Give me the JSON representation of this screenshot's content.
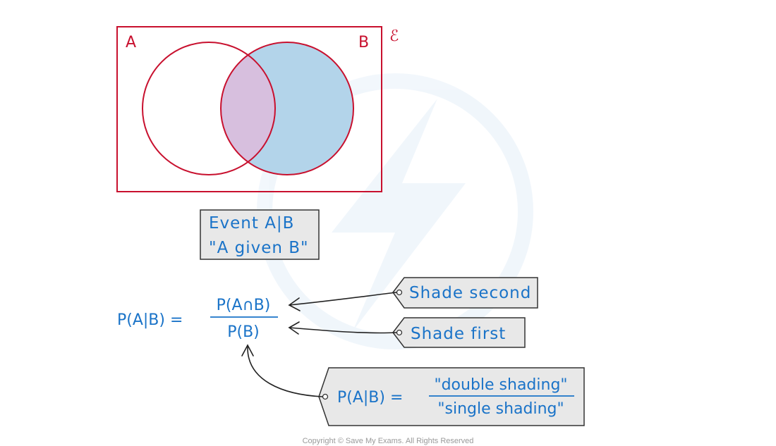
{
  "colors": {
    "red": "#c8102e",
    "blue": "#1a73c8",
    "fill_b": "#b3d4ea",
    "fill_intersection": "#d7bfde",
    "box_fill": "#e8e8e8",
    "box_border": "#333333",
    "arrow": "#222222"
  },
  "venn": {
    "set_a": "A",
    "set_b": "B",
    "universal": "ℰ"
  },
  "event_box": {
    "line1": "Event A|B",
    "line2": "\"A given B\""
  },
  "formula": {
    "lhs": "P(A|B) =",
    "numerator": "P(A∩B)",
    "denominator": "P(B)"
  },
  "tags": {
    "shade_second": "Shade second",
    "shade_first": "Shade first"
  },
  "shading_box": {
    "lhs": "P(A|B) =",
    "numerator": "\"double shading\"",
    "denominator": "\"single shading\""
  },
  "copyright": "Copyright © Save My Exams. All Rights Reserved"
}
